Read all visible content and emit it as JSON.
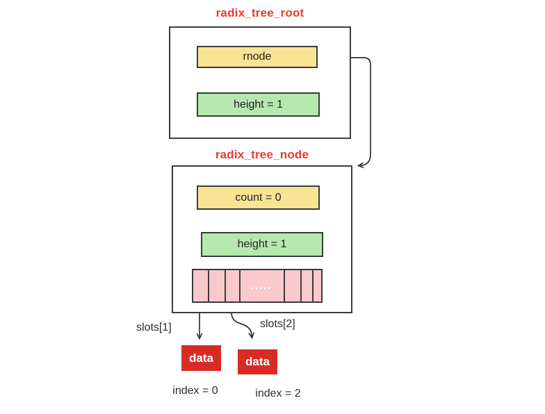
{
  "root_box": {
    "title": "radix_tree_root",
    "rnode_label": "rnode",
    "height_label": "height = 1"
  },
  "node_box": {
    "title": "radix_tree_node",
    "count_label": "count = 0",
    "height_label": "height = 1",
    "slots_ellipsis": "....."
  },
  "pointer_labels": {
    "slot1": "slots[1]",
    "slot2": "slots[2]"
  },
  "data_nodes": {
    "left": {
      "label": "data",
      "index": "index = 0"
    },
    "right": {
      "label": "data",
      "index": "index = 2"
    }
  },
  "colors": {
    "title_red": "#ed3833",
    "data_red": "#d92b25",
    "field_yellow": "#f8e493",
    "field_green": "#b5e8ae",
    "slots_pink": "#fac9cb",
    "border_dark": "#3b3b3b",
    "arrow": "#2f2f2f"
  }
}
